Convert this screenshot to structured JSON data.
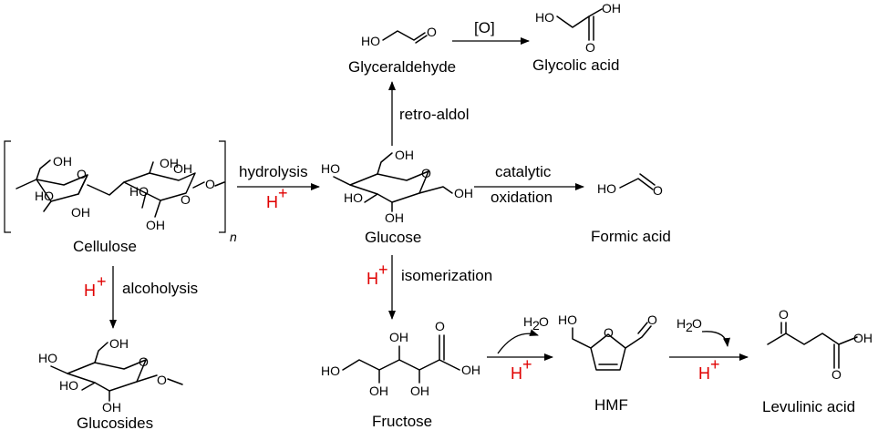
{
  "compounds": {
    "cellulose": "Cellulose",
    "glucose": "Glucose",
    "glyceraldehyde": "Glyceraldehyde",
    "glycolic_acid": "Glycolic acid",
    "formic_acid": "Formic acid",
    "glucosides": "Glucosides",
    "fructose": "Fructose",
    "hmf": "HMF",
    "levulinic_acid": "Levulinic acid"
  },
  "reactions": {
    "hydrolysis": "hydrolysis",
    "retro_aldol": "retro-aldol",
    "oxidation_reagent": "[O]",
    "catalytic": "catalytic",
    "oxidation": "oxidation",
    "alcoholysis": "alcoholysis",
    "isomerization": "isomerization",
    "acid": "H",
    "acid_charge": "+",
    "water": "H",
    "water_sub": "2",
    "water_o": "O"
  },
  "atoms": {
    "oh": "OH",
    "ho": "HO",
    "o": "O",
    "n": "n"
  },
  "colors": {
    "acid": "#e00000",
    "ink": "#000000"
  }
}
